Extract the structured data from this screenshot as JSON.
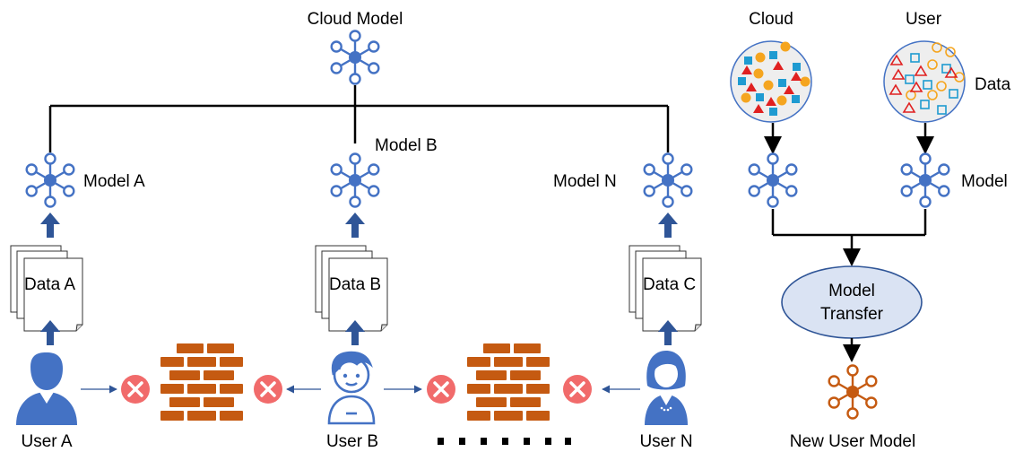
{
  "labels": {
    "cloud_model": "Cloud Model",
    "model_a": "Model A",
    "model_b": "Model B",
    "model_n": "Model N",
    "data_a": "Data A",
    "data_b": "Data B",
    "data_c": "Data C",
    "user_a": "User A",
    "user_b": "User B",
    "user_n": "User N",
    "cloud": "Cloud",
    "user": "User",
    "data": "Data",
    "model": "Model",
    "model_transfer_line1": "Model",
    "model_transfer_line2": "Transfer",
    "new_user_model": "New User Model"
  },
  "icons": {
    "network": "network-node-icon",
    "document": "document-stack-icon",
    "user": "user-person-icon",
    "firewall": "brick-wall-icon",
    "blocked": "blocked-x-icon",
    "cloud_data": "data-bubble-icon"
  },
  "colors": {
    "network_blue": "#4472c4",
    "new_model_orange": "#c55a11",
    "brick": "#c55a11",
    "blocked_red": "#f16b6b",
    "arrow_blue": "#2f5597",
    "ellipse_fill": "#dae3f3",
    "ellipse_stroke": "#2f5597",
    "filled_square": "#1f9bd1",
    "filled_circle": "#f5a51f",
    "filled_triangle": "#e02020",
    "outline_square": "#1f9bd1",
    "outline_circle": "#f5a51f",
    "outline_triangle": "#e02020"
  }
}
